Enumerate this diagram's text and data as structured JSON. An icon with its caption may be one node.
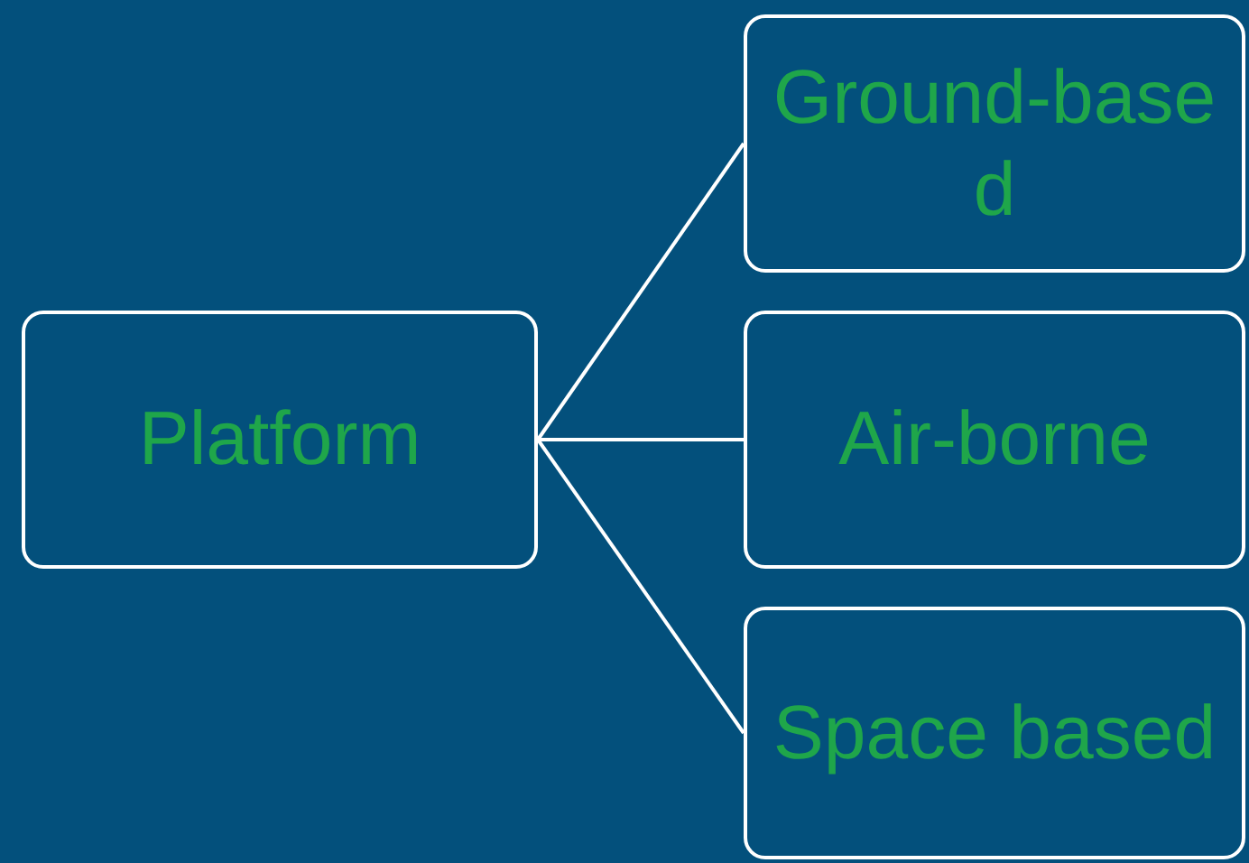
{
  "diagram": {
    "nodes": [
      {
        "text": [
          "Platform"
        ]
      },
      {
        "text": [
          "Ground-based"
        ]
      },
      {
        "text": [
          "Air-borne"
        ]
      },
      {
        "text": [
          "Space based"
        ]
      }
    ],
    "edges": [
      {
        "from": 0,
        "to": 1,
        "arrow": "none"
      },
      {
        "from": 0,
        "to": 2,
        "arrow": "none"
      },
      {
        "from": 0,
        "to": 3,
        "arrow": "none"
      }
    ]
  }
}
